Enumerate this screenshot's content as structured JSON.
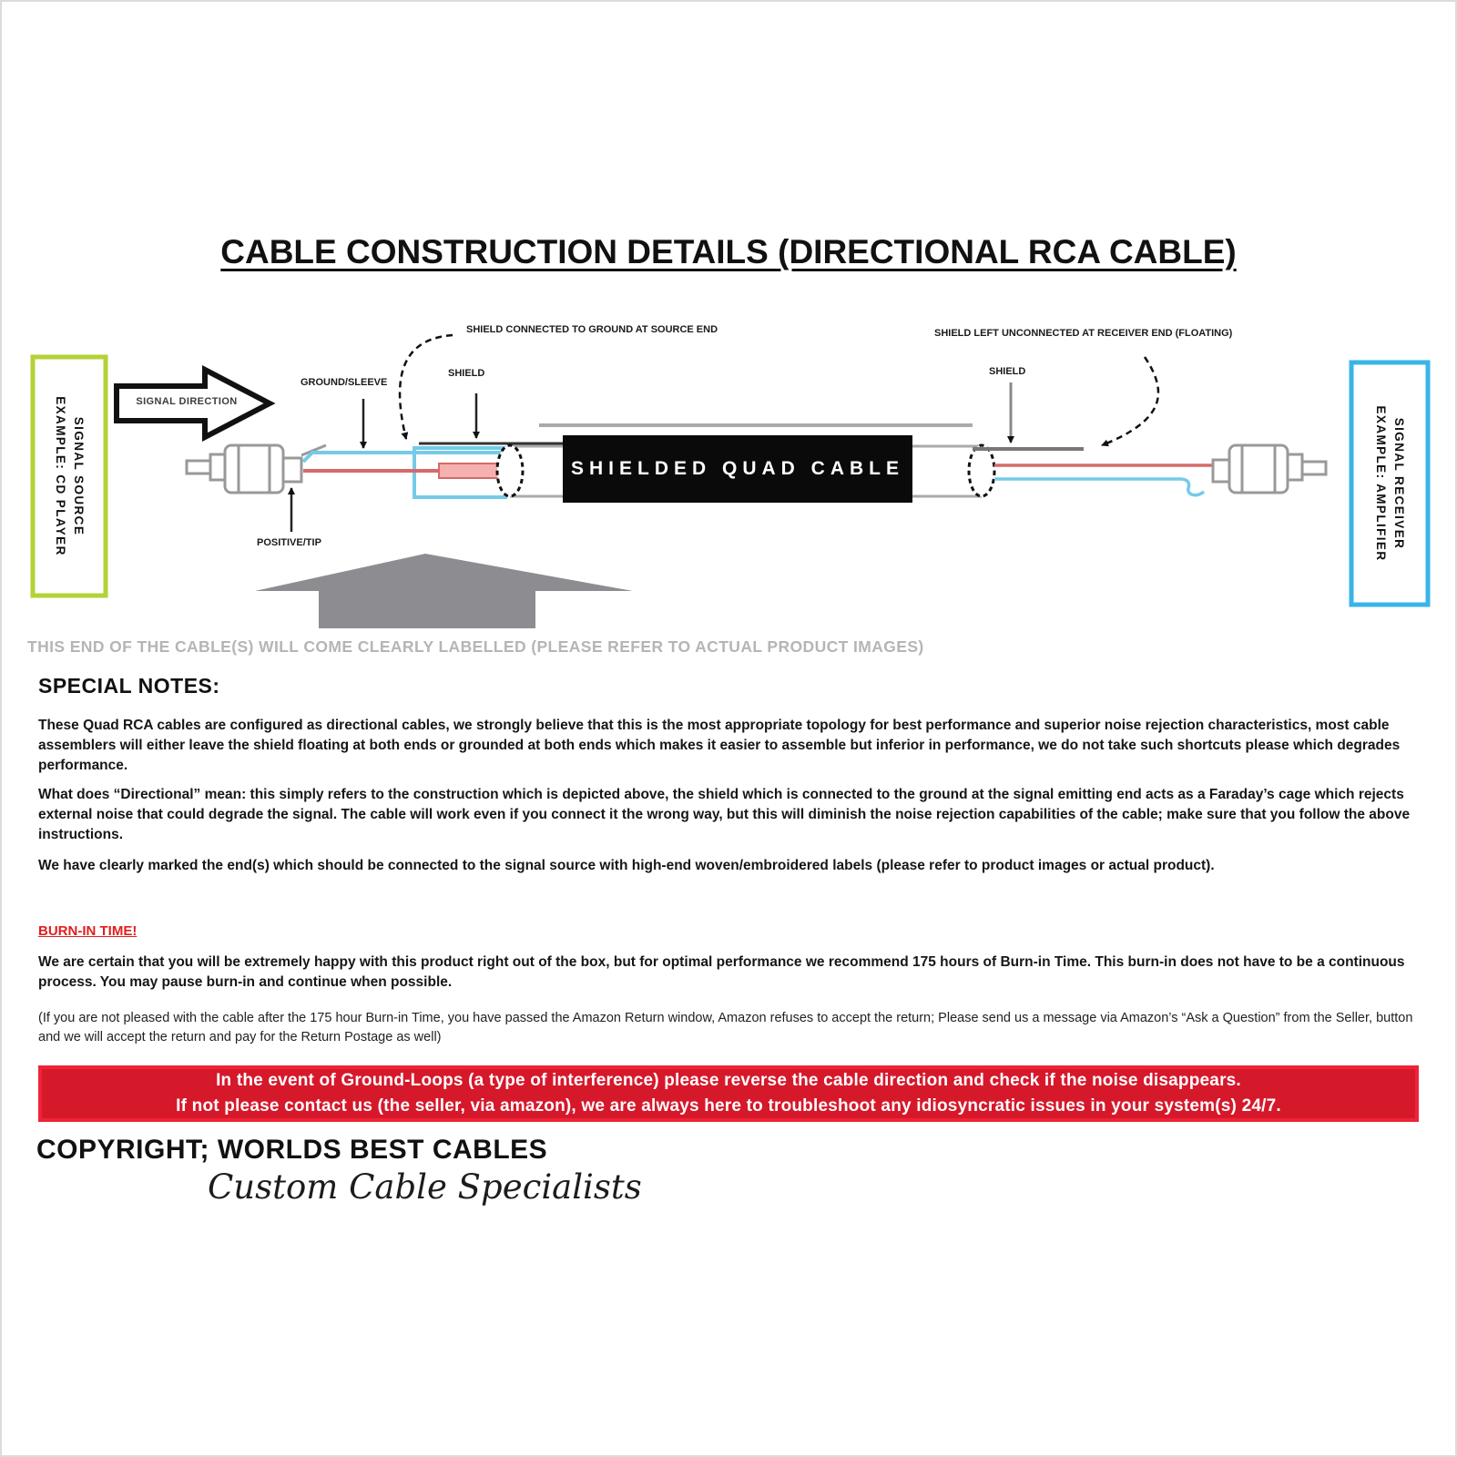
{
  "title": "CABLE CONSTRUCTION DETAILS (DIRECTIONAL RCA CABLE)",
  "diagram": {
    "signal_direction_label": "SIGNAL DIRECTION",
    "source_box": {
      "line1": "SIGNAL SOURCE",
      "line2": "EXAMPLE: CD PLAYER",
      "border_color": "#b2d235"
    },
    "receiver_box": {
      "line1": "SIGNAL RECEIVER",
      "line2": "EXAMPLE: AMPLIFIER",
      "border_color": "#3ab4e8"
    },
    "labels": {
      "shield_grounded_note": "SHIELD CONNECTED TO GROUND AT SOURCE END",
      "shield_floating_note": "SHIELD LEFT UNCONNECTED AT RECEIVER END (FLOATING)",
      "shield_left": "SHIELD",
      "shield_right": "SHIELD",
      "ground_sleeve": "GROUND/SLEEVE",
      "positive_tip": "POSITIVE/TIP",
      "cable_jacket": "SHIELDED QUAD CABLE"
    },
    "wire_colors": {
      "positive": "#d66a6a",
      "ground": "#74cbe8"
    }
  },
  "notes": {
    "labelled_note": "THIS END OF THE CABLE(S) WILL COME CLEARLY LABELLED (PLEASE REFER TO ACTUAL PRODUCT IMAGES)",
    "heading": "SPECIAL NOTES:",
    "para1": "These Quad RCA cables are configured as directional cables, we strongly believe that this is the most appropriate topology for best performance and superior noise rejection characteristics, most cable assemblers will either leave the shield floating at both ends or grounded at both ends which makes it easier to assemble but inferior in performance, we do not take such shortcuts please which degrades performance.",
    "para2": "What does “Directional” mean: this simply refers to the construction which is depicted above, the shield which is connected to the ground at the signal emitting end acts as a Faraday’s cage which rejects external noise that could degrade the signal. The cable will work even if you connect it the wrong way, but this will diminish the noise rejection capabilities of the cable; make sure that you follow the above instructions.",
    "para3": "We have clearly marked the end(s) which should be connected to the signal source with high-end woven/embroidered labels (please refer to product images or actual product)."
  },
  "burn_in": {
    "heading": "BURN-IN TIME!",
    "para": "We are certain that you will be extremely happy with this product right out of the box, but for optimal performance we recommend 175 hours of Burn-in Time. This burn-in does not have to be a continuous process. You may pause burn-in and continue when possible.",
    "return_note": "(If you are not pleased with the cable after the 175 hour Burn-in Time, you have passed the Amazon Return window, Amazon refuses to accept the return; Please send us a message via Amazon’s “Ask a Question” from the Seller, button and we will accept the return and pay for the Return Postage as well)"
  },
  "banner": {
    "line1": "In the event of Ground-Loops (a type of interference) please reverse the cable direction and check if the noise disappears.",
    "line2": "If not please contact us (the seller, via amazon), we are always here to troubleshoot any idiosyncratic issues in your system(s) 24/7.",
    "bg_color": "#d6182b"
  },
  "footer": {
    "copyright": "COPYRIGHT; WORLDS BEST CABLES",
    "tagline": "Custom Cable Specialists"
  }
}
